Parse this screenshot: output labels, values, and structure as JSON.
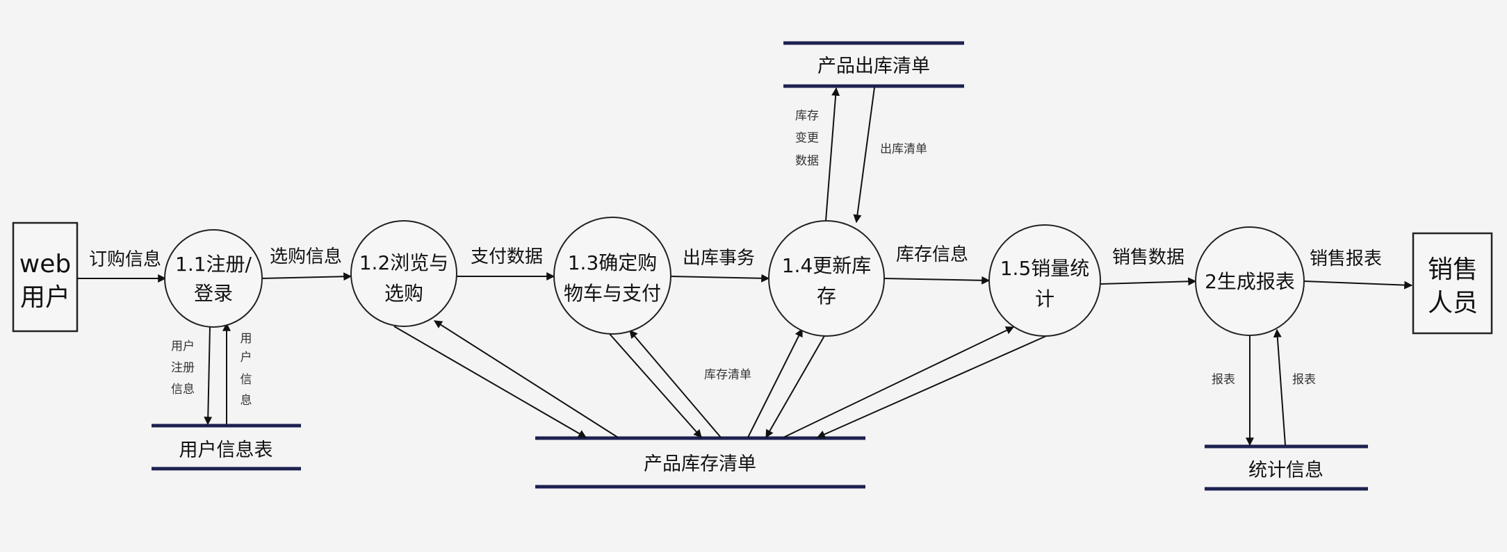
{
  "entities": {
    "web_user": [
      "web",
      "用户"
    ],
    "sales_staff": [
      "销售",
      "人员"
    ]
  },
  "processes": {
    "p1_1": [
      "1.1注册/",
      "登录"
    ],
    "p1_2": [
      "1.2浏览与",
      "选购"
    ],
    "p1_3": [
      "1.3确定购",
      "物车与支付"
    ],
    "p1_4": [
      "1.4更新库",
      "存"
    ],
    "p1_5": [
      "1.5销量统",
      "计"
    ],
    "p2": [
      "2生成报表"
    ]
  },
  "stores": {
    "user_info": "用户信息表",
    "product_inventory": "产品库存清单",
    "product_outbound": "产品出库清单",
    "stats_info": "统计信息"
  },
  "flows": {
    "order_info": "订购信息",
    "purchase_info": "选购信息",
    "payment_data": "支付数据",
    "outbound_transaction": "出库事务",
    "inventory_info": "库存信息",
    "sales_data": "销售数据",
    "sales_report": "销售报表",
    "user_reg_info": [
      "用户",
      "注册",
      "信息"
    ],
    "user_info_up": [
      "用",
      "户",
      "信",
      "息"
    ],
    "inventory_list": "库存清单",
    "inventory_change": [
      "库存",
      "变更",
      "数据"
    ],
    "outbound_list": "出库清单",
    "report_down": "报表",
    "report_up": "报表"
  },
  "colors": {
    "store_line": "#1c2150",
    "background": "#f4f4f4"
  }
}
